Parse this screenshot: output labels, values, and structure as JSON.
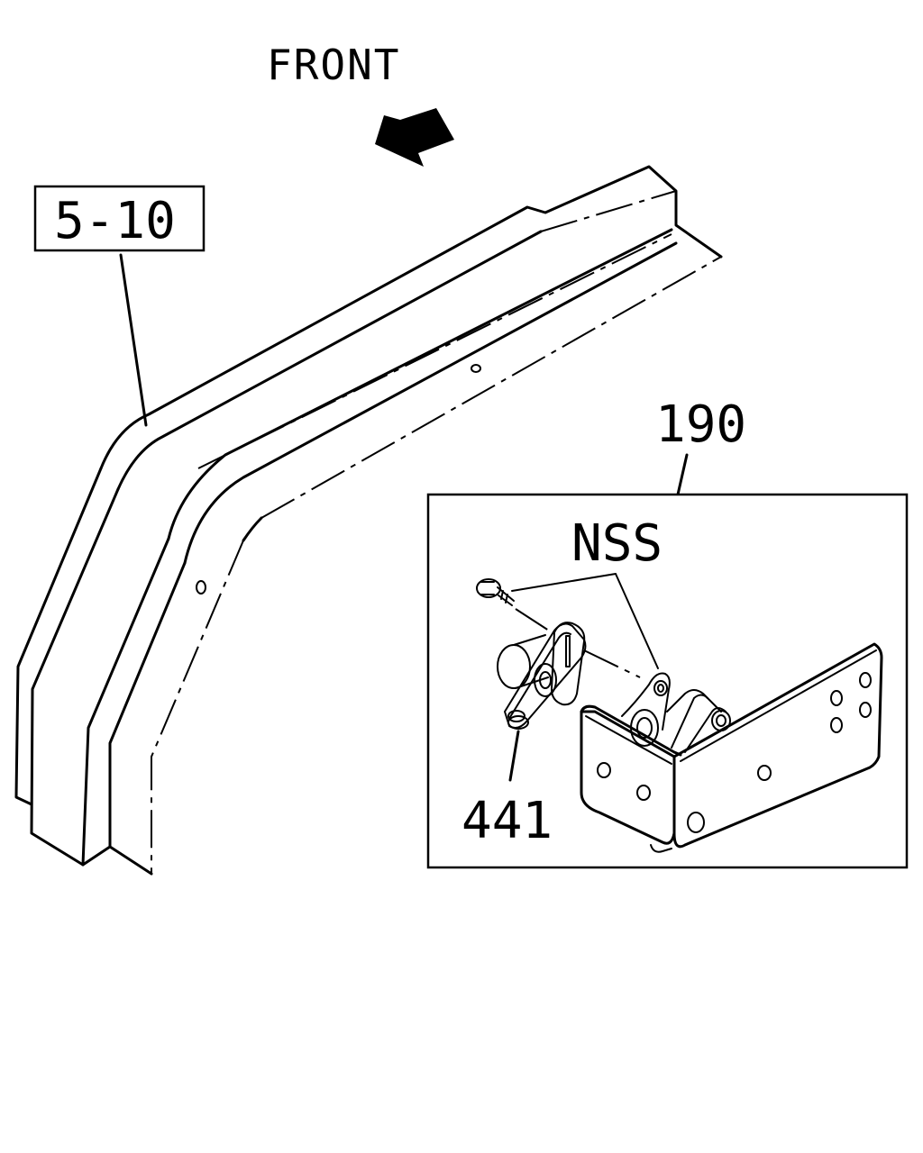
{
  "labels": {
    "front": "FRONT",
    "frame_ref": "5-10",
    "assembly_part": "190",
    "nss": "NSS",
    "part_441": "441"
  },
  "colors": {
    "line": "#000000",
    "background": "#ffffff"
  }
}
